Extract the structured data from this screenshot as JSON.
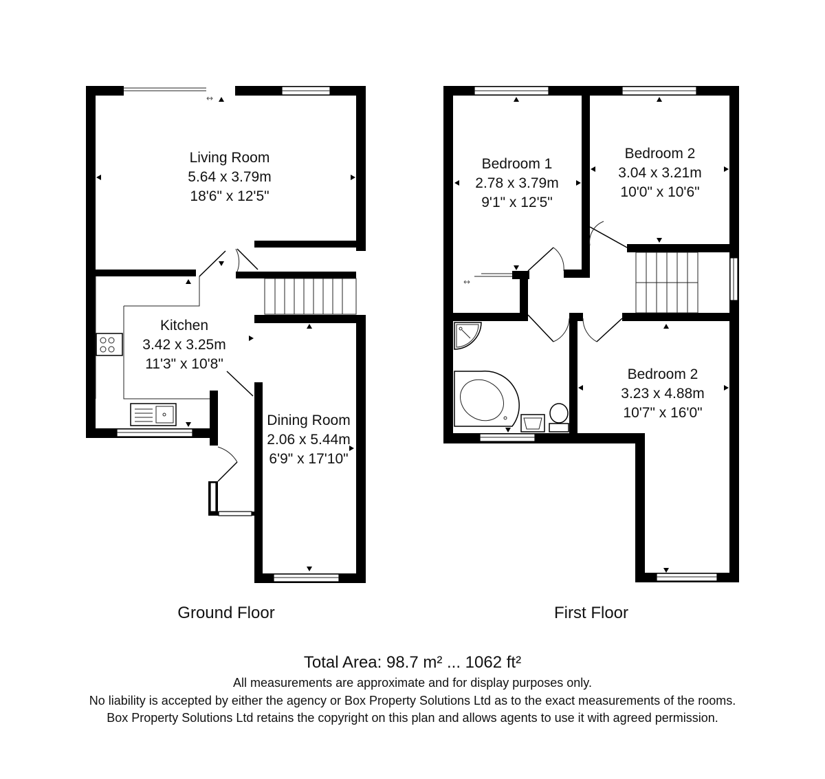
{
  "ground_floor": {
    "label": "Ground Floor",
    "rooms": {
      "living_room": {
        "name": "Living Room",
        "metric": "5.64 x 3.79m",
        "imperial": "18'6\" x 12'5\""
      },
      "kitchen": {
        "name": "Kitchen",
        "metric": "3.42 x 3.25m",
        "imperial": "11'3\" x 10'8\""
      },
      "dining_room": {
        "name": "Dining Room",
        "metric": "2.06 x 5.44m",
        "imperial": "6'9\" x 17'10\""
      }
    }
  },
  "first_floor": {
    "label": "First Floor",
    "rooms": {
      "bedroom_1": {
        "name": "Bedroom 1",
        "metric": "2.78 x 3.79m",
        "imperial": "9'1\" x 12'5\""
      },
      "bedroom_2_top": {
        "name": "Bedroom 2",
        "metric": "3.04 x 3.21m",
        "imperial": "10'0\" x 10'6\""
      },
      "bedroom_2_bottom": {
        "name": "Bedroom 2",
        "metric": "3.23 x 4.88m",
        "imperial": "10'7\" x 16'0\""
      }
    }
  },
  "footer": {
    "total_area": "Total Area: 98.7 m² ... 1062 ft²",
    "disclaimer_1": "All measurements are approximate and for display purposes only.",
    "disclaimer_2": "No liability is accepted by either the agency or Box Property Solutions Ltd as to the exact measurements of the rooms.",
    "disclaimer_3": "Box Property Solutions Ltd retains the copyright on this plan and allows agents to use it with agreed permission."
  },
  "colors": {
    "wall": "#000000",
    "background": "#ffffff",
    "text": "#111111"
  }
}
